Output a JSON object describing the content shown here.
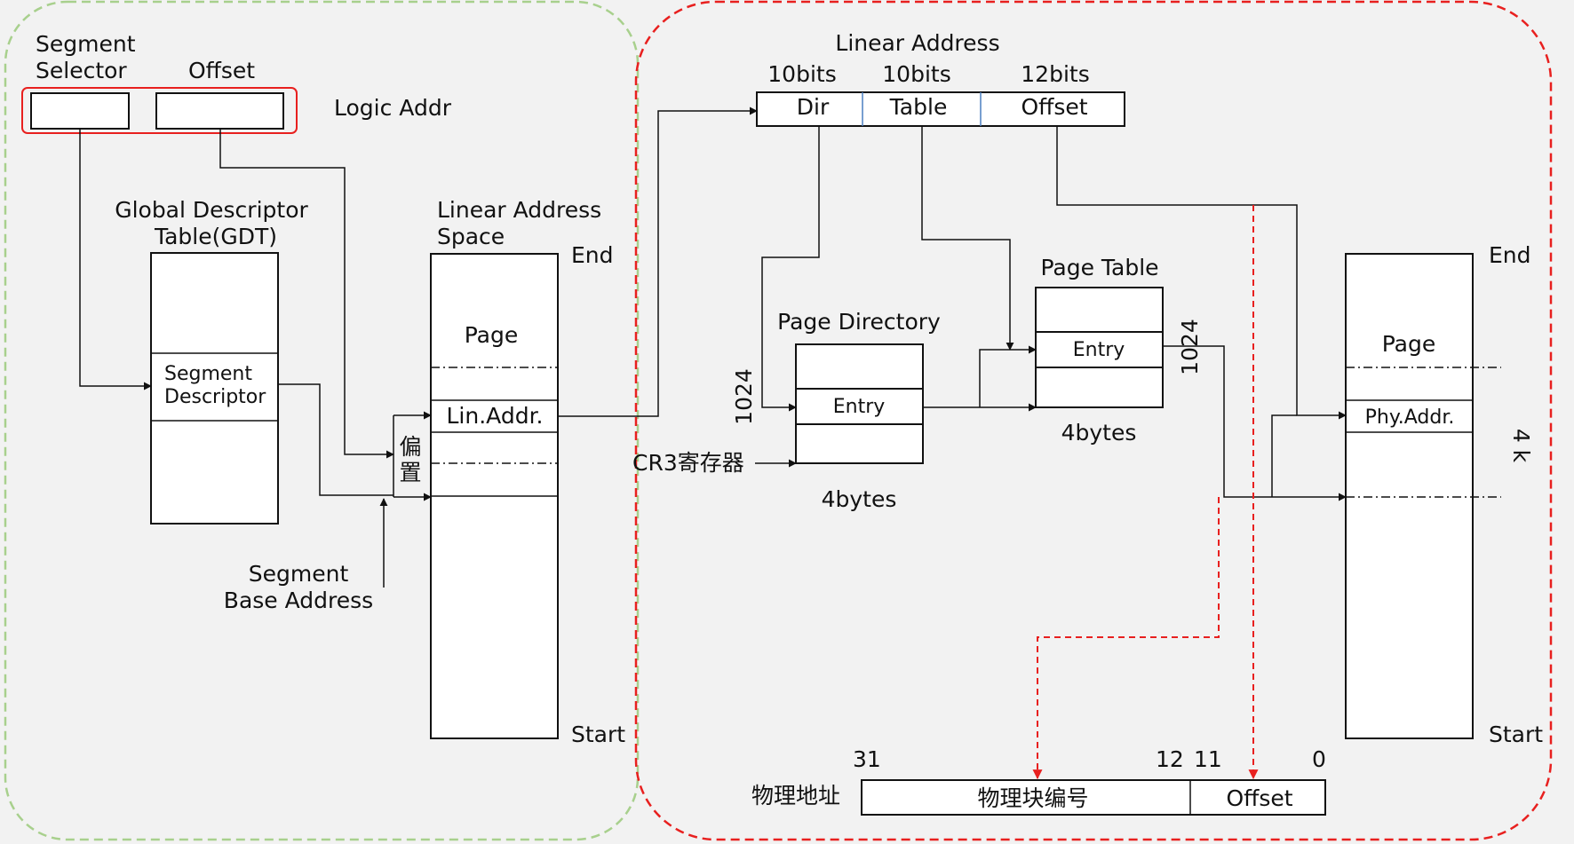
{
  "colors": {
    "background": "#f2f2f2",
    "segmentation_region": "#a8d08d",
    "paging_region": "#e8201f",
    "logic_addr_frame": "#e8201f",
    "lines": "#111111"
  },
  "logical": {
    "segment_selector_label": [
      "Segment",
      "Selector"
    ],
    "offset_label": "Offset",
    "logic_addr_label": "Logic Addr"
  },
  "gdt": {
    "title": [
      "Global Descriptor",
      "Table(GDT)"
    ],
    "entry": [
      "Segment",
      "Descriptor"
    ],
    "segment_base_label": [
      "Segment",
      "Base Address"
    ]
  },
  "linear_space": {
    "title": [
      "Linear Address",
      "Space"
    ],
    "end_label": "End",
    "start_label": "Start",
    "page_label": "Page",
    "lin_addr_label": "Lin.Addr.",
    "offset_cn": [
      "偏",
      "置"
    ]
  },
  "linear_address": {
    "title": "Linear Address",
    "fields": [
      {
        "name": "Dir",
        "bits": "10bits"
      },
      {
        "name": "Table",
        "bits": "10bits"
      },
      {
        "name": "Offset",
        "bits": "12bits"
      }
    ]
  },
  "page_directory": {
    "title": "Page Directory",
    "entry": "Entry",
    "count": "1024",
    "size": "4bytes",
    "cr3_label": "CR3寄存器"
  },
  "page_table": {
    "title": "Page Table",
    "entry": "Entry",
    "count": "1024",
    "size": "4bytes"
  },
  "physical_memory": {
    "end_label": "End",
    "start_label": "Start",
    "page_label": "Page",
    "phy_addr_label": "Phy.Addr.",
    "page_size_label": "4 k"
  },
  "physical_address": {
    "label": "物理地址",
    "bit_31": "31",
    "bit_12": "12",
    "bit_11": "11",
    "bit_0": "0",
    "frame_field": "物理块编号",
    "offset_field": "Offset"
  }
}
